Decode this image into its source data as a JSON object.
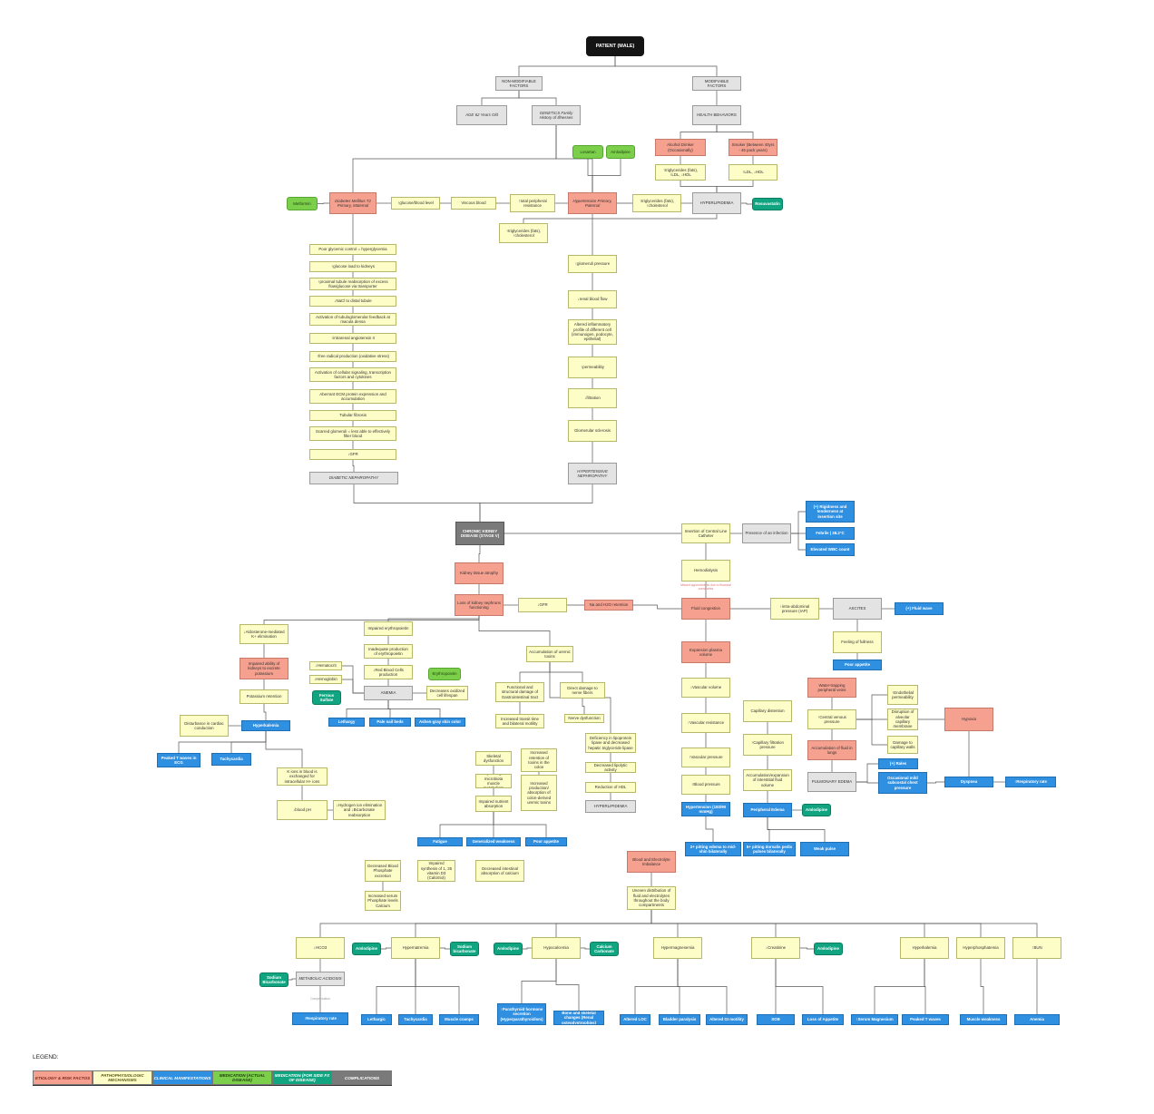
{
  "colors": {
    "etiology": "#f6a08f",
    "pathophysiology": "#fdfdc8",
    "clinical": "#2f8fe0",
    "medication_actual": "#7ccf4b",
    "medication_side_fx": "#10a580",
    "complications": "#7a7a7a",
    "neutral": "#e3e3e3",
    "root": "#141414"
  },
  "nodes": {
    "patient": "PATIENT (MALE)",
    "non_modifiable": "NON-MODIFIABLE FACTORS",
    "modifiable": "MODIFIABLE FACTORS",
    "age": "AGE 62 Years Old",
    "genetics": "GENETICS Family History of Illnesses",
    "health_behaviors": "HEALTH BEHAVIORS",
    "alcohol": "Alcohol Drinker (Occasionally)",
    "smoker": "Smoker (Between 40yrs - 45 pack years)",
    "alcohol_effect": "↑triglycerides (fats), ↑LDL, ↓HDL",
    "smoker_effect": "↑LDL, ↓HDL",
    "losartan": "Losartan",
    "amlodipine_top": "Amlodipine",
    "metformin": "Metformin",
    "dm": "Diabetes Mellitus T2 Primary, Maternal",
    "glucose_level": "↑glucose/blood level",
    "viscous_blood": "Viscous blood",
    "peripheral_resistance": "↑total peripheral resistance",
    "hypertension": "Hypertension Primary, Paternal",
    "trig_right": "↑triglycerides (fats), ↑cholesterol",
    "hyperlipidemia": "HYPERLIPIDEMIA",
    "rosuvastatin": "Rosuvastatin",
    "trig_mid": "↑triglycerides (fats), ↑cholesterol",
    "d1": "Poor glycemic control = hyperglycemia",
    "d2": "↑glucose load to kidneys",
    "d3": "↑proximal tubule reabsorption of excess flow/glucose via transporter",
    "d4": "↓NaCl to distal tubule",
    "d5": "Activation of tubuloglomerular feedback at macula densa",
    "d6": "↑intrarenal angiotensin II",
    "d7": "↑free radical production (oxidative stress)",
    "d8": "Activation of cellular signaling, transcription factors and cytokines",
    "d9": "Aberrant ECM protein expression and accumulation",
    "d10": "Tubular fibrosis",
    "d11": "Scarred glomeruli = less able to effectively filter blood",
    "d12": "↓GFR",
    "diabetic_nephropathy": "DIABETIC NEPHROPATHY",
    "h1": "↑glomeruli pressure",
    "h2": "↓renal blood flow",
    "h3": "Altered inflammatory profile of different cell (immunogen, podocyte, epithelial)",
    "h4": "↑permeability",
    "h5": "↓filtration",
    "h6": "Glomerular sclerosis",
    "hypertensive_nephropathy": "HYPERTENSIVE NEPHROPATHY",
    "ckd": "CHRONIC KIDNEY DISEASE (STAGE V)",
    "central_line": "Insertion of Central Line Catheter",
    "infection": "Presence of an infection",
    "inf1": "(+) Rigidness and tenderness at insertion site",
    "inf2": "Febrile | 38.2°C",
    "inf3": "Elevated WBC count",
    "hemodialysis": "Hemodialysis",
    "hemo_note": "Missed appointments due to financial constraints",
    "atrophy": "Kidney tissue atrophy",
    "nephron_loss": "Loss of kidney nephrons functioning",
    "gfr_mid": "↓GFR",
    "na_h2o": "Na and H2O retention",
    "fluid_congestion": "Fluid congestion",
    "intra_abdominal": "↑intra-abdominal pressure (IAP)",
    "ascites": "ASCITES",
    "fluid_wave": "(+) Fluid wave",
    "satiety": "Feeling of fullness",
    "poor_appetite_r": "Poor appetite",
    "plasma_volume": "Expansion plasma volume",
    "aldo": "↓Aldosterone-mediated K+ elimination",
    "k_excretion": "Impaired ability of kidneys to excrete potassium",
    "k_retention": "Potassium retention",
    "disturbance": "Disturbance in cardiac conduction",
    "hyperkalemia": "Hyperkalemia",
    "peaked_t_left": "Peaked T waves in ECG",
    "tachycardia_left": "Tachycardia",
    "k_exchange": "K ions in blood is exchanged for intracellular H+ ions",
    "blood_ph": "↓blood pH",
    "h_elimination": "↓Hydrogen ion elimination and ↓Bicarbonate reabsorption",
    "impaired_erythro": "Impaired erythropoietin",
    "inadequate_epo": "Inadequate production of erythropoietin",
    "rbc": "↓Red Blood Cells production",
    "hematocrit": "↓Hematocrit",
    "hemoglobin": "↓Hemoglobin",
    "anemia": "ANEMIA",
    "erythropoietin": "Erythropoietin",
    "decreased_oxidized": "Decreases oxidized cell lifespan",
    "ferrous": "Ferrous Sulfate",
    "lethargy_a": "Lethargy",
    "pale_nail": "Pale nail beds",
    "ashen": "Ashen-gray skin color",
    "uremic": "Accumulation of uremic toxins",
    "gi1": "Functional and structural damage of Gastrointestinal tract",
    "gi2": "Increased transit time and bilateral motility",
    "gi_direct": "Direct damage to nerve fibers",
    "nerve_dys": "Nerve dysfunction",
    "lipo1": "Deficiency in lipoprotein lipase and decreased hepatic triglyceride lipase",
    "lipo2": "Decreased lipolytic activity",
    "lipo3": "Reduction of HDL",
    "hyperlip_bottom": "HYPERLIPIDEMIA",
    "mito": "Skeletal dysfunction",
    "gut_flora": "Impaired gut microbiota muscle metabolism",
    "nutrient": "Impaired nutrient absorption",
    "uremic_taste": "Increased retention of toxins in the colon",
    "protein_cd": "Increased production/ absorption of colon-derived uremic toxins",
    "fatigue": "Fatigue",
    "gen_weakness": "Generalized weakness",
    "poor_appetite_m": "Poor appetite",
    "vc1": "↓Vascular volume",
    "vc2": "↑Vascular resistance",
    "vc3": "↑Vascular pressure",
    "vc4": "↑Blood pressure",
    "hypertension_b": "Hypertension (183/90 mmHg)",
    "pitting_left": "2+ pitting edema to mid-shin bilaterally",
    "cap1": "Capillary distention",
    "cap2": "↑Capillary filtration pressure",
    "cap3": "Accumulation/expansion of interstitial fluid volume",
    "peripheral_edema": "Peripheral Edema",
    "amlodipine_edema": "Amlodipine",
    "pitting_dorsal": "5+ pitting dorsalis pedis pulses bilaterally",
    "weak_pulse": "Weak pulse",
    "water_trap": "Water-trapping peripheral veins",
    "central_venous": "↑Central venous pressure",
    "fluid_lungs": "Accumulation of fluid in lungs",
    "pulm_edema": "PULMONARY EDEMA",
    "endothelial": "↑Endothelial permeability",
    "alveolar": "Disruption of alveolar capillary membrane",
    "capillary_walls": "Damage to capillary walls",
    "hypoxia": "Hypoxia",
    "rales": "(+) Rales",
    "crackles": "Occasional mild subcostal chest pressure",
    "dyspnea": "Dyspnea",
    "resp_rate_r": "↑Respiratory rate",
    "mba": "Blood and Electrolyte Imbalance",
    "uneven": "Uneven distribution of fluid and electrolytes throughout the body compartments",
    "phos1": "Decreased Blood Phosphate excretion",
    "phos2": "Increased serum Phosphate levels Calcium",
    "vitd": "Impaired synthesis of 1, 25 vitamin D3 (Calcitriol)",
    "calcium_abs": "Decreased intestinal absorption of calcium",
    "hco3": "↓HCO3",
    "metabolic_acidosis": "METABOLIC ACIDOSIS",
    "acidosis_note": "Compensation",
    "amlodipine_hn": "Amlodipine",
    "hypernatremia": "Hypernatremia",
    "sodium_bicarb_hn": "Sodium bicarbonate",
    "amlodipine_hc": "Amlodipine",
    "hypocalcemia": "Hypocalcemia",
    "calcium_carb": "Calcium Carbonate",
    "hypermagnesemia": "Hypermagnesemia",
    "creatinine": "↓Creatinine",
    "amlodipine_cr": "Amlodipine",
    "hyperkalemia_b": "Hyperkalemia",
    "hyperphos": "Hyperphosphatemia",
    "bun": "↑BUN",
    "sodium_bicarb_ma": "Sodium Bicarbonate",
    "resp_rate_l": "↑Respiratory rate",
    "lethargic": "Lethargic",
    "tachycardia_b": "Tachycardia",
    "muscle_cramps": "Muscle cramps",
    "pth": "↑Parathyroid hormone secretion (Hyperparathyroidism)",
    "bone": "Bone and skeletal changes (Renal osteodystrophies)",
    "altered_loc": "Altered LOC",
    "bladder": "Bladder paralysis",
    "gi_motility": "Altered GI motility",
    "sob": "SOB",
    "loss_appetite": "Loss of Appetite",
    "serum_mg": "↑Serum Magnesium",
    "peaked_t_b": "Peaked T waves",
    "muscle_weak": "Muscle weakness",
    "anemia_b": "Anemia"
  },
  "legend": {
    "title": "LEGEND:",
    "items": [
      {
        "label": "ETIOLOGY & RISK FACTOS",
        "color": "#f6a08f"
      },
      {
        "label": "PATHOPHYSIOLOGIC MECHANISMS",
        "color": "#fdfdc8"
      },
      {
        "label": "CLINICAL MANIFESTATIONS",
        "color": "#2f8fe0"
      },
      {
        "label": "MEDICATION (ACTUAL DISEASE)",
        "color": "#7ccf4b"
      },
      {
        "label": "MEDICATION (FOR SIDE FX OF DISEASE)",
        "color": "#10a580"
      },
      {
        "label": "COMPLICATIONS",
        "color": "#7a7a7a"
      }
    ]
  }
}
